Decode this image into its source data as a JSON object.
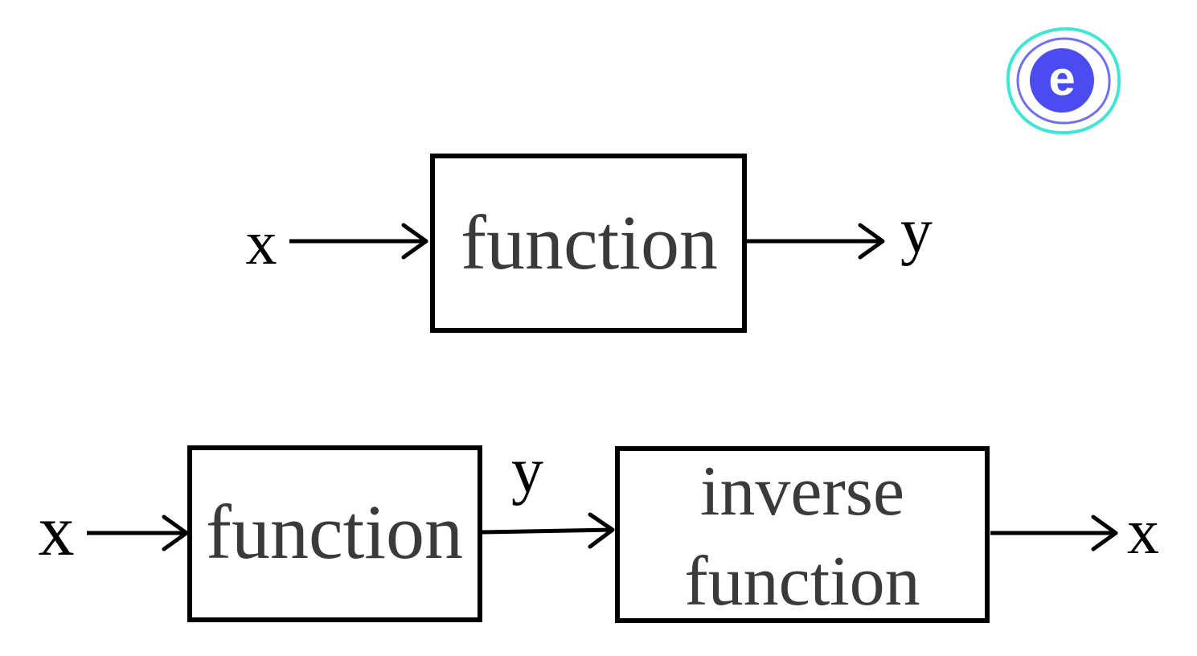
{
  "logo": {
    "name": "brand-logo",
    "letter": "e",
    "colors": {
      "outer_ring": "#3fe6d4",
      "inner_ring": "#6f6ff0",
      "circle": "#4a4cf0",
      "letter": "#ffffff"
    }
  },
  "diagram_top": {
    "input_label": "x",
    "box_label": "function",
    "output_label": "y"
  },
  "diagram_bottom": {
    "input_label": "x",
    "box1_label": "function",
    "middle_label": "y",
    "box2_label_line1": "inverse",
    "box2_label_line2": "function",
    "output_label": "x"
  },
  "colors": {
    "stroke": "#000000",
    "box_text": "#3a3a3a",
    "background": "#ffffff"
  }
}
